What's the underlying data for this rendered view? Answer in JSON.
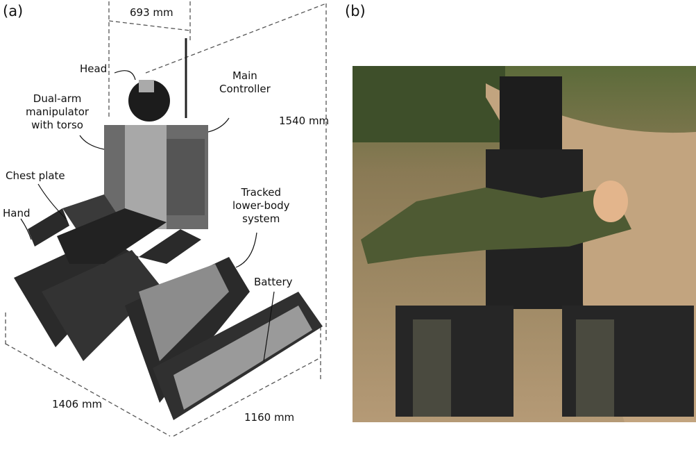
{
  "panels": {
    "a": "(a)",
    "b": "(b)"
  },
  "labels": {
    "head": "Head",
    "dual_arm_1": "Dual-arm",
    "dual_arm_2": "manipulator",
    "dual_arm_3": "with torso",
    "main_controller_1": "Main",
    "main_controller_2": "Controller",
    "chest_plate": "Chest plate",
    "hand": "Hand",
    "tracked_1": "Tracked",
    "tracked_2": "lower-body",
    "tracked_3": "system",
    "battery": "Battery"
  },
  "dimensions": {
    "width_top": "693 mm",
    "height": "1540 mm",
    "length": "1406 mm",
    "width_bottom": "1160 mm"
  }
}
